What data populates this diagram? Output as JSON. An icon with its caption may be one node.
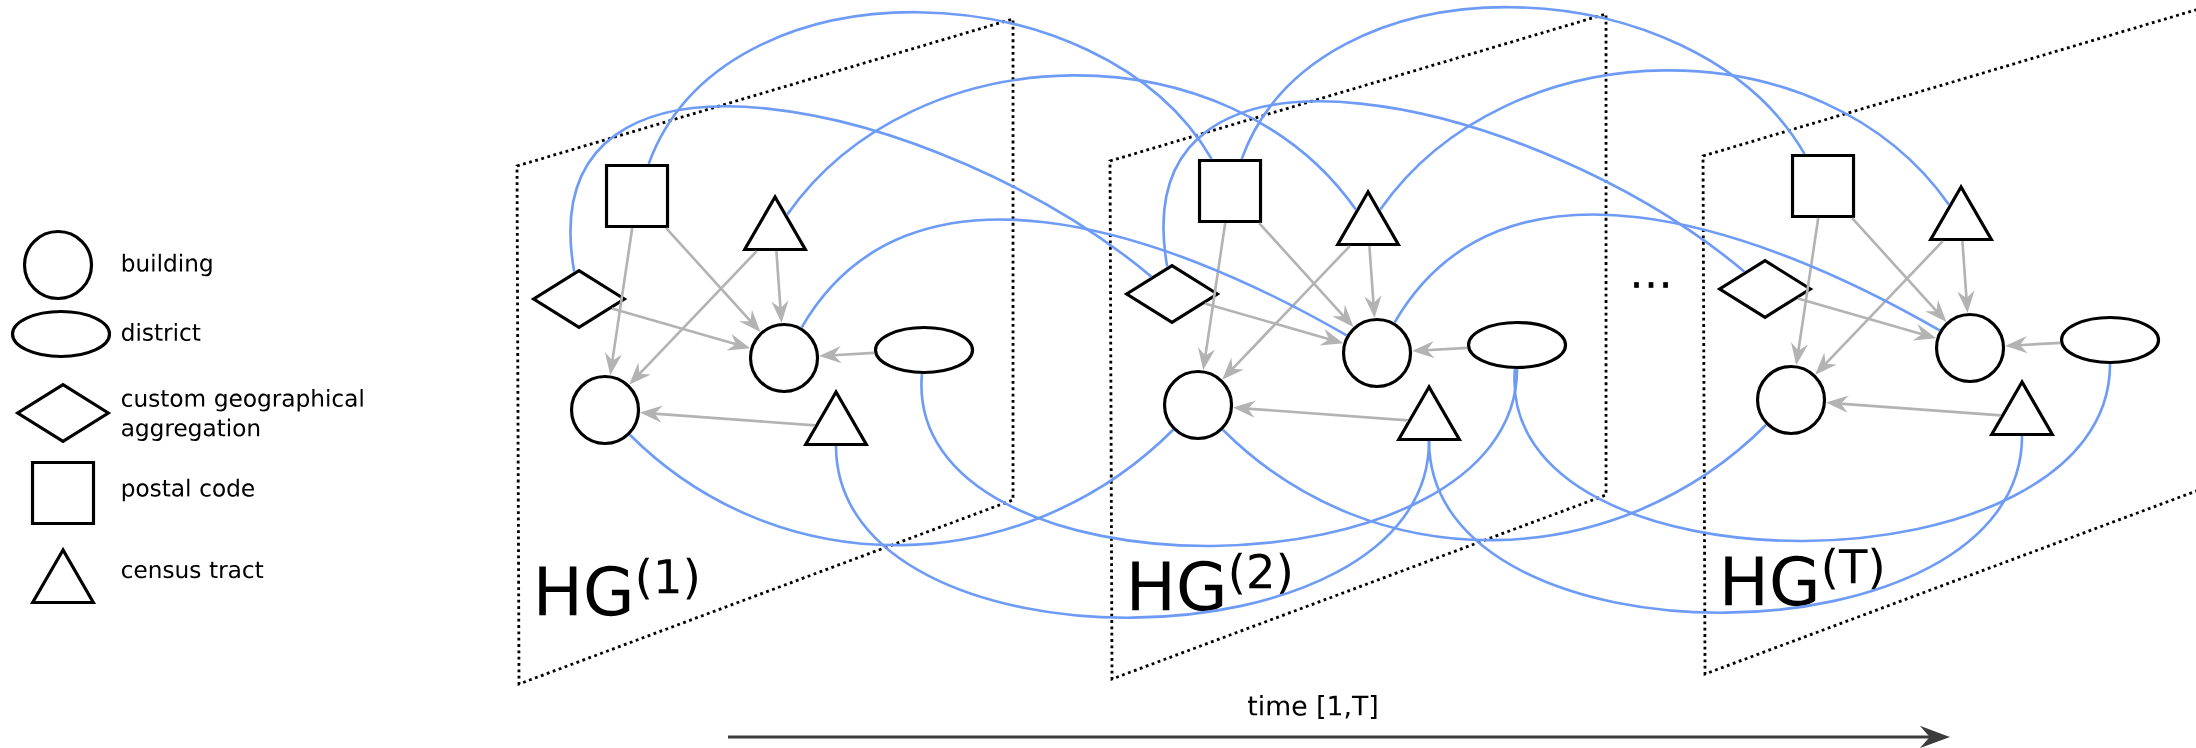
{
  "diagram": {
    "nodes": [
      {
        "text": [
          "HG$^{(1)}$"
        ]
      },
      {
        "text": [],
        "shape": "box",
        "in": 0
      },
      {
        "text": [],
        "shape": "triangle",
        "in": 0
      },
      {
        "text": [],
        "shape": "diamond",
        "in": 0
      },
      {
        "text": [],
        "shape": "circle",
        "in": 0
      },
      {
        "text": [],
        "shape": "ellipse",
        "in": 0
      },
      {
        "text": [],
        "shape": "circle",
        "in": 0
      },
      {
        "text": [],
        "shape": "triangle",
        "in": 0
      },
      {
        "text": [
          "HG$^{(2)}$"
        ]
      },
      {
        "text": [],
        "shape": "box",
        "in": 8
      },
      {
        "text": [],
        "shape": "triangle",
        "in": 8
      },
      {
        "text": [],
        "shape": "diamond",
        "in": 8
      },
      {
        "text": [],
        "shape": "circle",
        "in": 8
      },
      {
        "text": [],
        "shape": "ellipse",
        "in": 8
      },
      {
        "text": [],
        "shape": "circle",
        "in": 8
      },
      {
        "text": [],
        "shape": "triangle",
        "in": 8
      },
      {
        "text": [
          "HG$^{(T)}$"
        ]
      },
      {
        "text": [],
        "shape": "box",
        "in": 16
      },
      {
        "text": [],
        "shape": "triangle",
        "in": 16
      },
      {
        "text": [],
        "shape": "diamond",
        "in": 16
      },
      {
        "text": [],
        "shape": "circle",
        "in": 16
      },
      {
        "text": [],
        "shape": "ellipse",
        "in": 16
      },
      {
        "text": [],
        "shape": "circle",
        "in": 16
      },
      {
        "text": [],
        "shape": "triangle",
        "in": 16
      }
    ],
    "edges": [
      {
        "from": 1,
        "to": 6,
        "arrow": "to"
      },
      {
        "from": 1,
        "to": 4,
        "arrow": "to"
      },
      {
        "from": 2,
        "to": 6,
        "arrow": "to"
      },
      {
        "from": 2,
        "to": 4,
        "arrow": "to"
      },
      {
        "from": 3,
        "to": 4,
        "arrow": "to"
      },
      {
        "from": 5,
        "to": 4,
        "arrow": "to"
      },
      {
        "from": 7,
        "to": 6,
        "arrow": "to"
      },
      {
        "from": 9,
        "to": 14,
        "arrow": "to"
      },
      {
        "from": 9,
        "to": 12,
        "arrow": "to"
      },
      {
        "from": 10,
        "to": 14,
        "arrow": "to"
      },
      {
        "from": 10,
        "to": 12,
        "arrow": "to"
      },
      {
        "from": 11,
        "to": 12,
        "arrow": "to"
      },
      {
        "from": 13,
        "to": 12,
        "arrow": "to"
      },
      {
        "from": 15,
        "to": 14,
        "arrow": "to"
      },
      {
        "from": 17,
        "to": 22,
        "arrow": "to"
      },
      {
        "from": 17,
        "to": 20,
        "arrow": "to"
      },
      {
        "from": 18,
        "to": 22,
        "arrow": "to"
      },
      {
        "from": 18,
        "to": 20,
        "arrow": "to"
      },
      {
        "from": 19,
        "to": 20,
        "arrow": "to"
      },
      {
        "from": 21,
        "to": 20,
        "arrow": "to"
      },
      {
        "from": 23,
        "to": 22,
        "arrow": "to"
      },
      {
        "from": 1,
        "to": 9,
        "arrow": "none",
        "color": "#6e9bf5"
      },
      {
        "from": 2,
        "to": 10,
        "arrow": "none",
        "color": "#6e9bf5"
      },
      {
        "from": 3,
        "to": 11,
        "arrow": "none",
        "color": "#6e9bf5"
      },
      {
        "from": 4,
        "to": 12,
        "arrow": "none",
        "color": "#6e9bf5"
      },
      {
        "from": 5,
        "to": 13,
        "arrow": "none",
        "color": "#6e9bf5"
      },
      {
        "from": 6,
        "to": 14,
        "arrow": "none",
        "color": "#6e9bf5"
      },
      {
        "from": 7,
        "to": 15,
        "arrow": "none",
        "color": "#6e9bf5"
      },
      {
        "from": 9,
        "to": 17,
        "arrow": "none",
        "color": "#6e9bf5"
      },
      {
        "from": 10,
        "to": 18,
        "arrow": "none",
        "color": "#6e9bf5"
      },
      {
        "from": 11,
        "to": 19,
        "arrow": "none",
        "color": "#6e9bf5"
      },
      {
        "from": 12,
        "to": 20,
        "arrow": "none",
        "color": "#6e9bf5"
      },
      {
        "from": 13,
        "to": 21,
        "arrow": "none",
        "color": "#6e9bf5"
      },
      {
        "from": 14,
        "to": 22,
        "arrow": "none",
        "color": "#6e9bf5"
      },
      {
        "from": 15,
        "to": 23,
        "arrow": "none",
        "color": "#6e9bf5"
      }
    ],
    "labels": [
      "...",
      "time [1,T]"
    ],
    "legend": [
      {
        "text": "building"
      },
      {
        "text": "district"
      },
      {
        "text": "custom geographical aggregation"
      },
      {
        "text": "postal code"
      },
      {
        "text": "census tract"
      }
    ]
  }
}
